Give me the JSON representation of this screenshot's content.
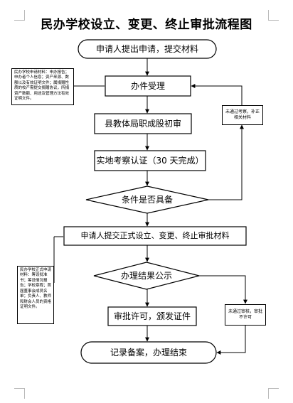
{
  "title": "民办学校设立、变更、终止审批流程图",
  "nodes": {
    "start": "申请人提出申请，提交材料",
    "accept": "办件受理",
    "initial_review": "县教体局职成股初审",
    "site_inspection": "实地考察认证（30 天完成）",
    "condition_check": "条件是否具备",
    "formal_submit": "申请人提交正式设立、变更、终止审批材料",
    "result_notice": "办理结果公示",
    "approve": "审批许可，颁发证件",
    "end": "记录备案，办理结束"
  },
  "notes": {
    "application_materials": "民办学校申请材料：申办报告；申办者个人信息；资产来源、数额以及有效证明文件；属捐赠性质的校产需提交捐赠协议，所捐资产数额、用途及管理方法有效证明文件。",
    "formal_materials": "民办学校正式申请材料：筹设批准书；筹设情况报告；学校章程；首届董事会成员名单；负责人、教师和财会人员的资格证明文件。",
    "not_passed_inspection": "未通过考察，补正相关材料",
    "not_approved": "未通过审核，审批不许可"
  }
}
